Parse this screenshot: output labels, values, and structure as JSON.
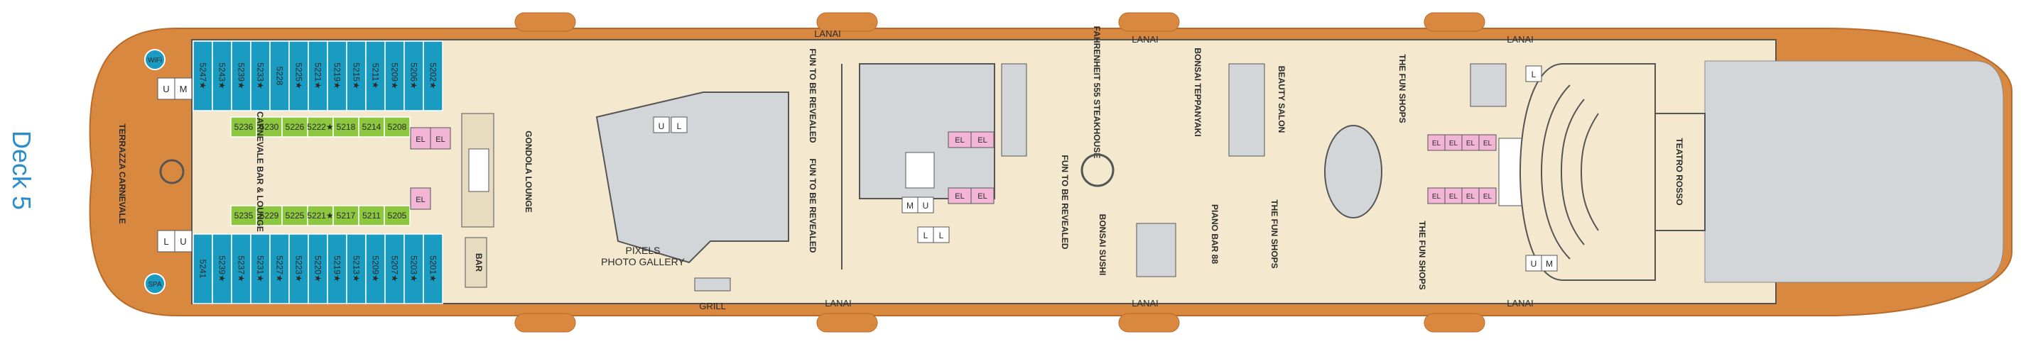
{
  "deck_title": "Deck 5",
  "colors": {
    "teak": "#d9883f",
    "floor": "#f4e8cf",
    "cabin_blue": "#1a9bc2",
    "cabin_green": "#8dc63f",
    "elevator_pink": "#f2b5d6",
    "grey_area": "#d3d6d9",
    "wall": "#555555"
  },
  "labels": {
    "terrazza": "TERRAZZA CARNEVALE",
    "carnevale_bar": "CARNEVALE BAR & LOUNGE",
    "gondola": "GONDOLA LOUNGE",
    "bar": "BAR",
    "pixels": "PIXELS",
    "photo_gallery": "PHOTO GALLERY",
    "grill": "GRILL",
    "lanai": "LANAI",
    "fun_to_be_revealed": "FUN TO BE REVEALED",
    "fahrenheit": "FAHRENHEIT 555 STEAKHOUSE",
    "bonsai_teppanyaki": "BONSAI TEPPANYAKI",
    "bonsai_sushi": "BONSAI SUSHI",
    "beauty_salon": "BEAUTY SALON",
    "fun_shops": "THE FUN SHOPS",
    "piano_bar": "PIANO BAR 88",
    "teatro_rosso": "TEATRO ROSSO",
    "wifi": "WiFi",
    "spa": "SPA",
    "u": "U",
    "m": "M",
    "l": "L",
    "el": "EL"
  },
  "cabins": {
    "top_blue": [
      "5247★",
      "5243★",
      "5239★",
      "5233★",
      "5228",
      "5225★",
      "5221★",
      "5219★",
      "5215★",
      "5211★",
      "5209★",
      "5206★",
      "5202★"
    ],
    "top_green": [
      "5236",
      "5230",
      "5226",
      "5222★",
      "5218",
      "5214",
      "5208"
    ],
    "bottom_green": [
      "5235",
      "5229",
      "5225",
      "5221★",
      "5217",
      "5211",
      "5205"
    ],
    "bottom_blue": [
      "5241",
      "5239★",
      "5237★",
      "5231★",
      "5227★",
      "5223★",
      "5220★",
      "5219★",
      "5213★",
      "5209★",
      "5207★",
      "5203★",
      "5201★"
    ]
  }
}
